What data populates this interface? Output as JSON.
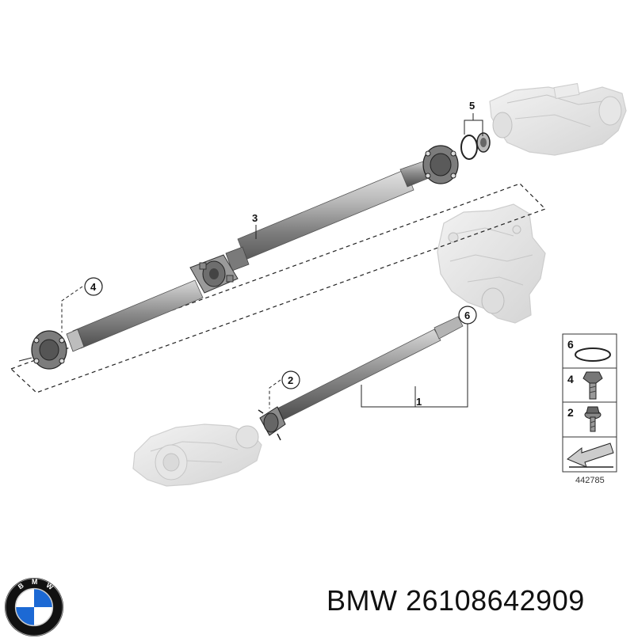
{
  "callouts": {
    "c1": "1",
    "c2": "2",
    "c3": "3",
    "c4": "4",
    "c5": "5",
    "c6": "6"
  },
  "legend": {
    "rows": [
      {
        "number": "6",
        "icon": "o-ring-icon"
      },
      {
        "number": "4",
        "icon": "hex-bolt-icon"
      },
      {
        "number": "2",
        "icon": "flange-bolt-icon"
      },
      {
        "number": "",
        "icon": "arrow-icon"
      }
    ],
    "reference_number": "442785"
  },
  "brand": {
    "logo_letters": "BMW",
    "logo_colors": {
      "blue": "#1c69d4",
      "ring": "#111111",
      "white": "#ffffff"
    }
  },
  "caption": {
    "brand_name": "BMW",
    "part_number": "26108642909"
  }
}
